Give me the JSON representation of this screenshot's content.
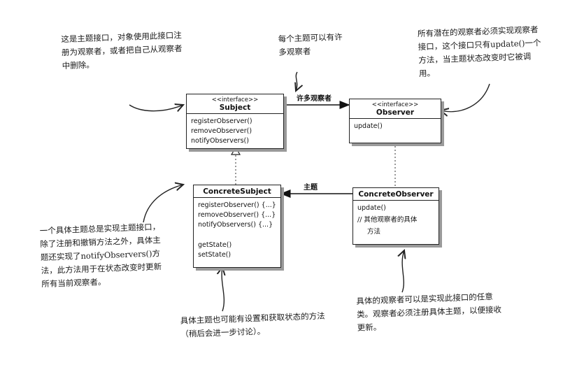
{
  "subject": {
    "stereotype": "<<interface>>",
    "name": "Subject",
    "methods": [
      "registerObserver()",
      "removeObserver()",
      "notifyObservers()"
    ]
  },
  "observer": {
    "stereotype": "<<interface>>",
    "name": "Observer",
    "methods": [
      "update()"
    ]
  },
  "concrete_subject": {
    "name": "ConcreteSubject",
    "methods": [
      "registerObserver() {...}",
      "removeObserver() {...}",
      "notifyObservers() {...}"
    ],
    "state_methods": [
      "getState()",
      "setState()"
    ]
  },
  "concrete_observer": {
    "name": "ConcreteObserver",
    "methods": [
      "update()",
      "// 其他观察者的具体",
      "方法"
    ]
  },
  "relations": {
    "many_observers": "许多观察者",
    "subject": "主题"
  },
  "notes": {
    "top_left": "这是主题接口，对象使用此接口注册为观察者，或者把自己从观察者中删除。",
    "top_middle": "每个主题可以有许多观察者",
    "top_right": "所有潜在的观察者必须实现观察者接口，这个接口只有update()一个方法，当主题状态改变时它被调用。",
    "left": "一个具体主题总是实现主题接口，除了注册和撤销方法之外，具体主题还实现了notifyObservers()方法，此方法用于在状态改变时更新所有当前观察者。",
    "bottom_middle": "具体主题也可能有设置和获取状态的方法（稍后会进一步讨论）。",
    "bottom_right": "具体的观察者可以是实现此接口的任意类。观察者必须注册具体主题，以便接收更新。"
  }
}
